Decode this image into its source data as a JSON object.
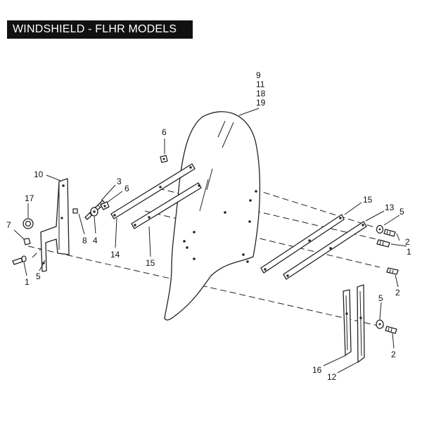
{
  "title": "WINDSHIELD - FLHR MODELS",
  "callouts": {
    "c9": "9",
    "c11": "11",
    "c18": "18",
    "c19": "19",
    "c6_top": "6",
    "c10": "10",
    "c3": "3",
    "c6_mid": "6",
    "c17": "17",
    "c7": "7",
    "c8": "8",
    "c4": "4",
    "c14": "14",
    "c15_left": "15",
    "c5_left": "5",
    "c1_left": "1",
    "c15_right": "15",
    "c13": "13",
    "c5_right_top": "5",
    "c2_top": "2",
    "c1_right": "1",
    "c2_mid": "2",
    "c5_right_bottom": "5",
    "c2_bottom": "2",
    "c16": "16",
    "c12": "12"
  }
}
